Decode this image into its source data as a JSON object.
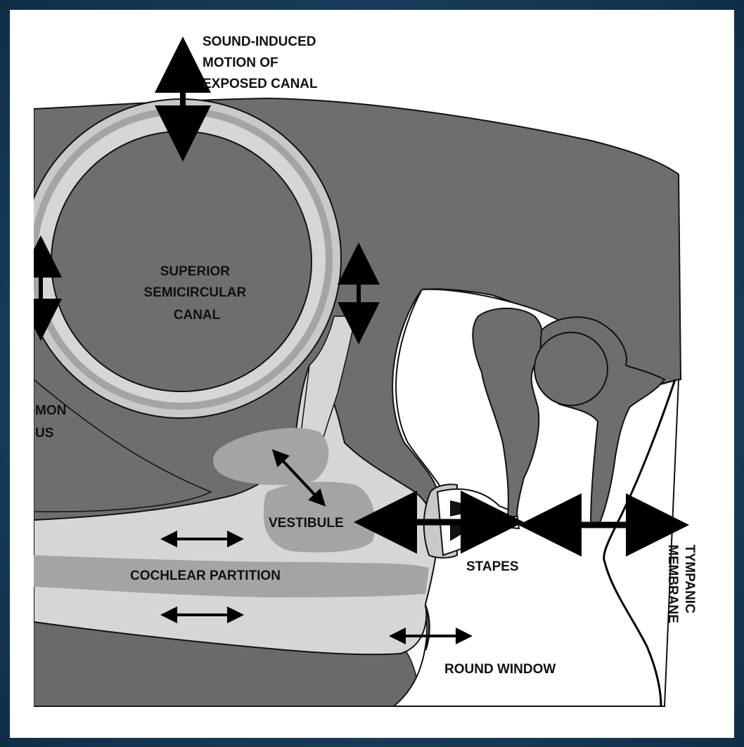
{
  "colors": {
    "frame": "#163a57",
    "paper": "#ffffff",
    "bone": "#6e6e6e",
    "membrane": "#a4a4a4",
    "fluid": "#d6d6d6",
    "ink": "#000000"
  },
  "labels": {
    "sound_induced": [
      "SOUND-INDUCED",
      "MOTION OF",
      "EXPOSED CANAL"
    ],
    "superior_canal": [
      "SUPERIOR",
      "SEMICIRCULAR",
      "CANAL"
    ],
    "common_crus": [
      "MON",
      "US"
    ],
    "vestibule": "VESTIBULE",
    "cochlear_partition": "COCHLEAR PARTITION",
    "stapes": "STAPES",
    "round_window": "ROUND WINDOW",
    "tympanic_membrane": [
      "TYMPANIC",
      "MEMBRANE"
    ]
  }
}
